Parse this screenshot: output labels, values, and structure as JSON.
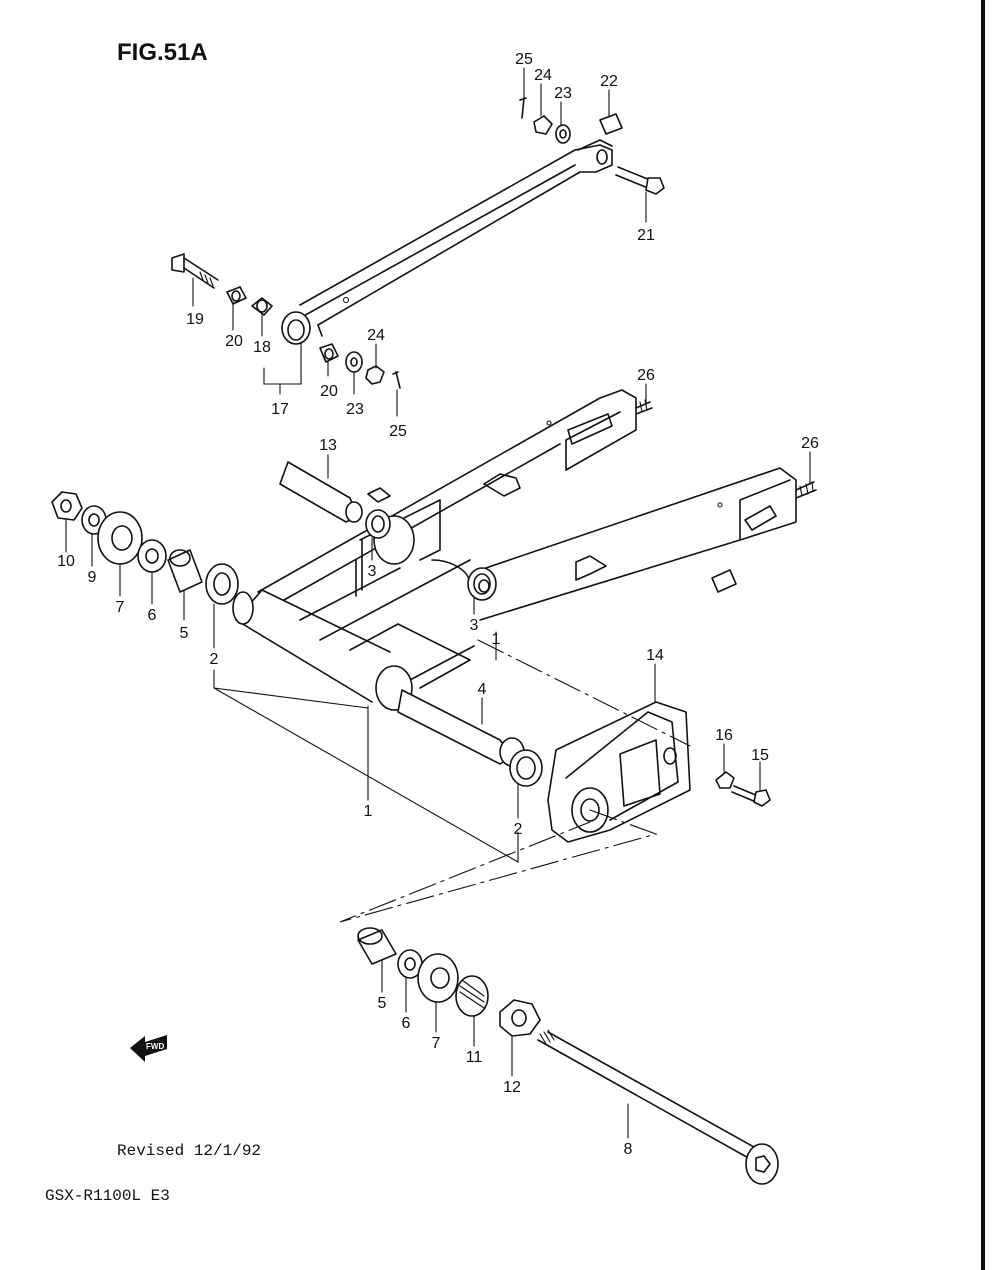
{
  "figure": {
    "title": "FIG.51A",
    "revised": "Revised 12/1/92",
    "model": "GSX-R1100L E3",
    "fwd_label": "FWD"
  },
  "callouts": [
    "25",
    "24",
    "23",
    "22",
    "21",
    "19",
    "20",
    "18",
    "17",
    "20",
    "23",
    "24",
    "25",
    "26",
    "26",
    "13",
    "3",
    "3",
    "1",
    "10",
    "9",
    "7",
    "6",
    "5",
    "2",
    "4",
    "14",
    "16",
    "15",
    "1",
    "2",
    "5",
    "6",
    "7",
    "11",
    "12",
    "8"
  ]
}
